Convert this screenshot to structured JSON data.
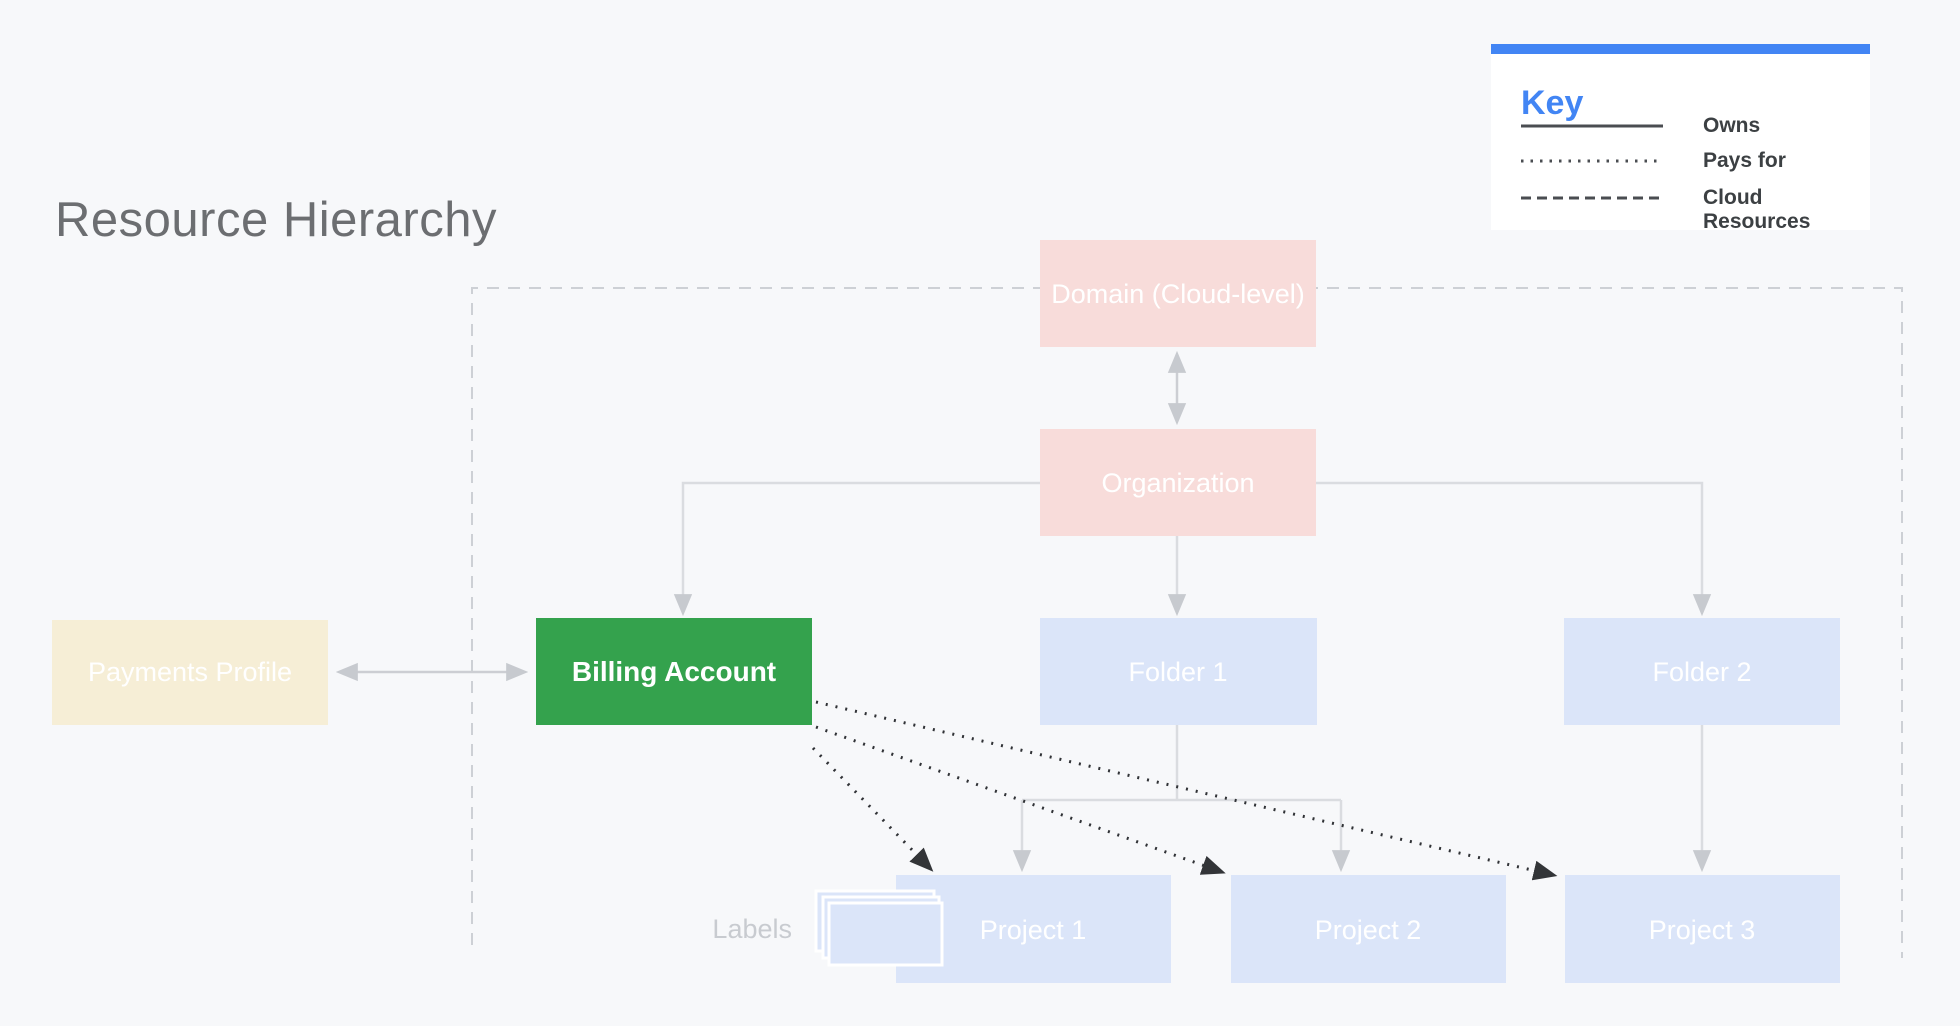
{
  "page": {
    "title": "Resource Hierarchy"
  },
  "colors": {
    "background": "#f7f8fa",
    "node_pink": "#f8dcda",
    "node_blue": "#dbe5f9",
    "node_cream": "#f6eed6",
    "node_green": "#34a24d",
    "accent_blue": "#4285f4",
    "node_text": "#ffffff"
  },
  "legend": {
    "title": "Key",
    "items": [
      {
        "line_style": "solid",
        "label": "Owns"
      },
      {
        "line_style": "dotted",
        "label": "Pays for"
      },
      {
        "line_style": "dashed",
        "label": "Cloud Resources"
      }
    ]
  },
  "nodes": {
    "domain": {
      "label": "Domain (Cloud-level)"
    },
    "organization": {
      "label": "Organization"
    },
    "payments_profile": {
      "label": "Payments Profile"
    },
    "billing_account": {
      "label": "Billing Account"
    },
    "folder_1": {
      "label": "Folder 1"
    },
    "folder_2": {
      "label": "Folder 2"
    },
    "project_1": {
      "label": "Project 1"
    },
    "project_2": {
      "label": "Project 2"
    },
    "project_3": {
      "label": "Project 3"
    }
  },
  "annotations": {
    "labels_caption": "Labels"
  }
}
